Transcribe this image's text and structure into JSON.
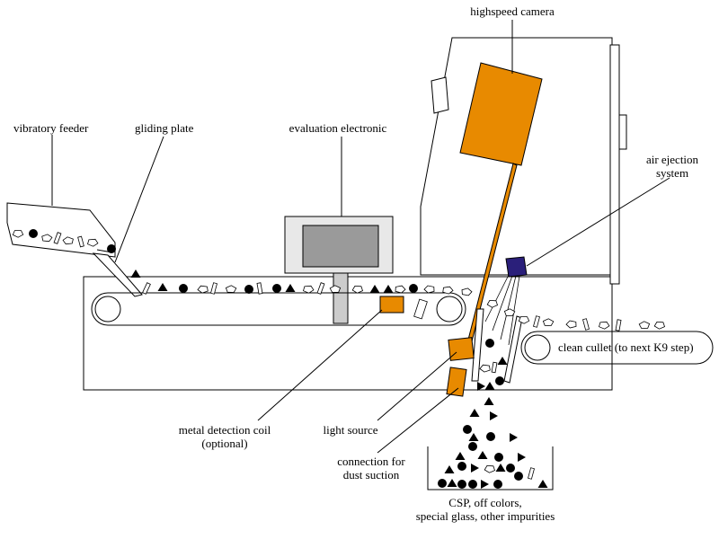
{
  "labels": {
    "highspeed_camera": "highspeed camera",
    "vibratory_feeder": "vibratory feeder",
    "gliding_plate": "gliding plate",
    "evaluation_electronic": "evaluation electronic",
    "air_ejection_line1": "air ejection",
    "air_ejection_line2": "system",
    "clean_cullet": "clean cullet (to next K9 step)",
    "metal_detection_line1": "metal detection coil",
    "metal_detection_line2": "(optional)",
    "light_source": "light source",
    "dust_suction_line1": "connection for",
    "dust_suction_line2": "dust suction",
    "impurities_line1": "CSP, off colors,",
    "impurities_line2": "special glass, other impurities"
  },
  "colors": {
    "component_orange": "#E88A00",
    "ejector_blue": "#2A1F7A",
    "screen_gray": "#9A9A9A",
    "housing_gray": "#E8E8E8",
    "particle_black": "#000000"
  }
}
